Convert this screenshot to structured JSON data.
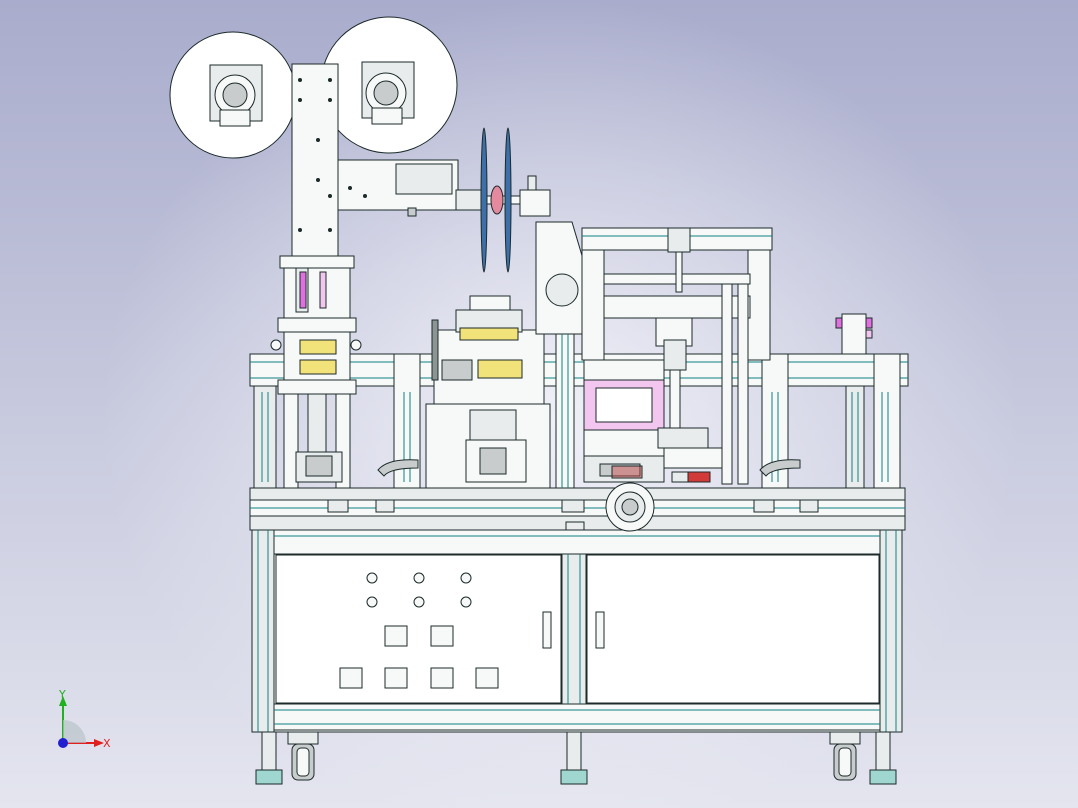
{
  "viewport": {
    "background_top": "#a9accc",
    "background_bottom": "#e4e5ef",
    "glow": "#f4f4fa"
  },
  "colors": {
    "line": "#1c2a2a",
    "cyan_line": "#0f7f7f",
    "fill_white": "#f7f8f8",
    "fill_light": "#e9ecec",
    "fill_gray": "#c9cccc",
    "fill_dark": "#8c9494",
    "magenta": "#e070e0",
    "magenta_light": "#f3c6f0",
    "yellow": "#f2e27a",
    "red": "#d23a3a",
    "pink_red": "#e58a9e",
    "blue_blade": "#3d6fa8",
    "axis_x": "#e02020",
    "axis_y": "#20b020",
    "axis_z": "#2020d0"
  },
  "axis_triad": {
    "x_label": "X",
    "y_label": "Y"
  },
  "control_panel": {
    "indicator_lights": 6,
    "upper_buttons": 2,
    "lower_buttons": 4
  }
}
